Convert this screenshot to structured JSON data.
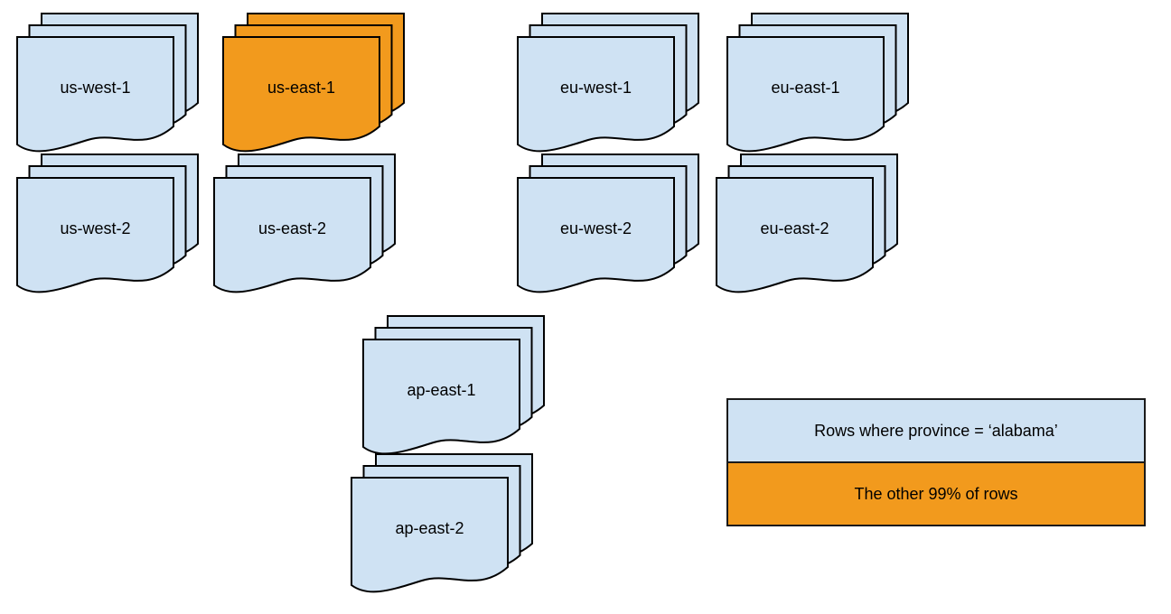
{
  "diagram": {
    "stacks": [
      {
        "label": "us-west-1",
        "variant": "blue"
      },
      {
        "label": "us-east-1",
        "variant": "orange"
      },
      {
        "label": "eu-west-1",
        "variant": "blue"
      },
      {
        "label": "eu-east-1",
        "variant": "blue"
      },
      {
        "label": "us-west-2",
        "variant": "blue"
      },
      {
        "label": "us-east-2",
        "variant": "blue"
      },
      {
        "label": "eu-west-2",
        "variant": "blue"
      },
      {
        "label": "eu-east-2",
        "variant": "blue"
      },
      {
        "label": "ap-east-1",
        "variant": "blue"
      },
      {
        "label": "ap-east-2",
        "variant": "blue"
      }
    ],
    "legend": {
      "items": [
        {
          "label": "Rows where province = ‘alabama’",
          "variant": "blue"
        },
        {
          "label": "The other 99% of rows",
          "variant": "orange"
        }
      ]
    },
    "colors": {
      "region_fill": "#CFE2F3",
      "highlight_fill": "#F29A1D",
      "stroke": "#000000",
      "background": "#FFFFFF"
    }
  }
}
